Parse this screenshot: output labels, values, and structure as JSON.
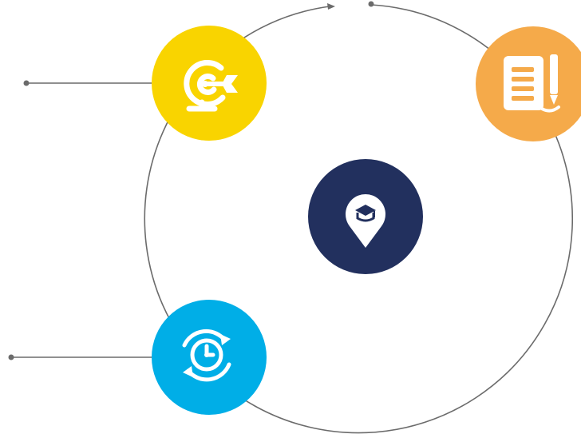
{
  "diagram": {
    "type": "circular-cycle",
    "ring_color": "#6b6b6b",
    "center_node": {
      "icon": "graduation-cap-location-pin-icon",
      "color": "#22305e"
    },
    "nodes": [
      {
        "id": "target",
        "icon": "target-arrow-icon",
        "color": "#f9d400"
      },
      {
        "id": "document",
        "icon": "document-pencil-icon",
        "color": "#f5aa4a"
      },
      {
        "id": "time",
        "icon": "clock-cycle-icon",
        "color": "#00aee7"
      }
    ]
  }
}
